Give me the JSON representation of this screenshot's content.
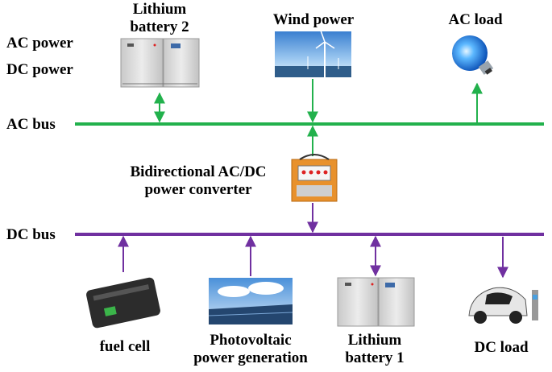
{
  "legend": {
    "ac_power": "AC power",
    "dc_power": "DC power"
  },
  "buses": {
    "ac_bus": "AC bus",
    "dc_bus": "DC bus",
    "ac_color": "#22b14c",
    "dc_color": "#7030a0"
  },
  "components": {
    "lithium_battery_2": {
      "line1": "Lithium",
      "line2": "battery 2"
    },
    "wind_power": "Wind power",
    "ac_load": "AC load",
    "converter": {
      "line1": "Bidirectional AC/DC",
      "line2": "power converter"
    },
    "fuel_cell": "fuel cell",
    "photovoltaic": {
      "line1": "Photovoltaic",
      "line2": "power generation"
    },
    "lithium_battery_1": {
      "line1": "Lithium",
      "line2": "battery 1"
    },
    "dc_load": "DC load"
  }
}
